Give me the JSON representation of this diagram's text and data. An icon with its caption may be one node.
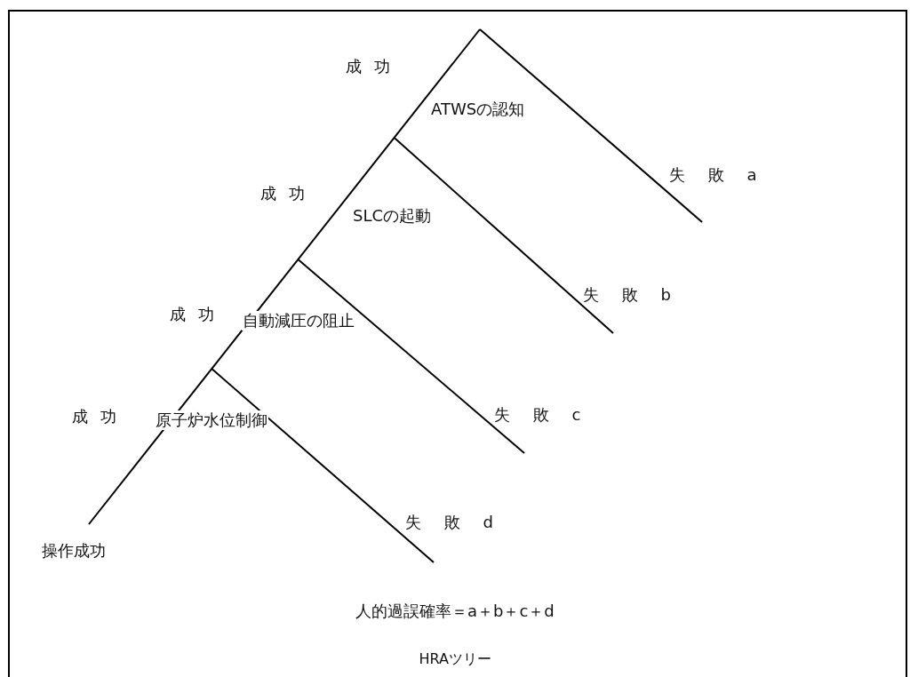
{
  "diagram": {
    "caption": "HRAツリー",
    "labels": [
      "成 功",
      "ATWSの認知",
      "失 敗 a",
      "成 功",
      "SLCの起動",
      "失 敗 b",
      "成 功",
      "自動減圧の阻止",
      "失 敗 c",
      "成 功",
      "原子炉水位制御",
      "失 敗 d",
      "操作成功",
      "人的過誤確率＝a＋b＋c＋d"
    ]
  }
}
